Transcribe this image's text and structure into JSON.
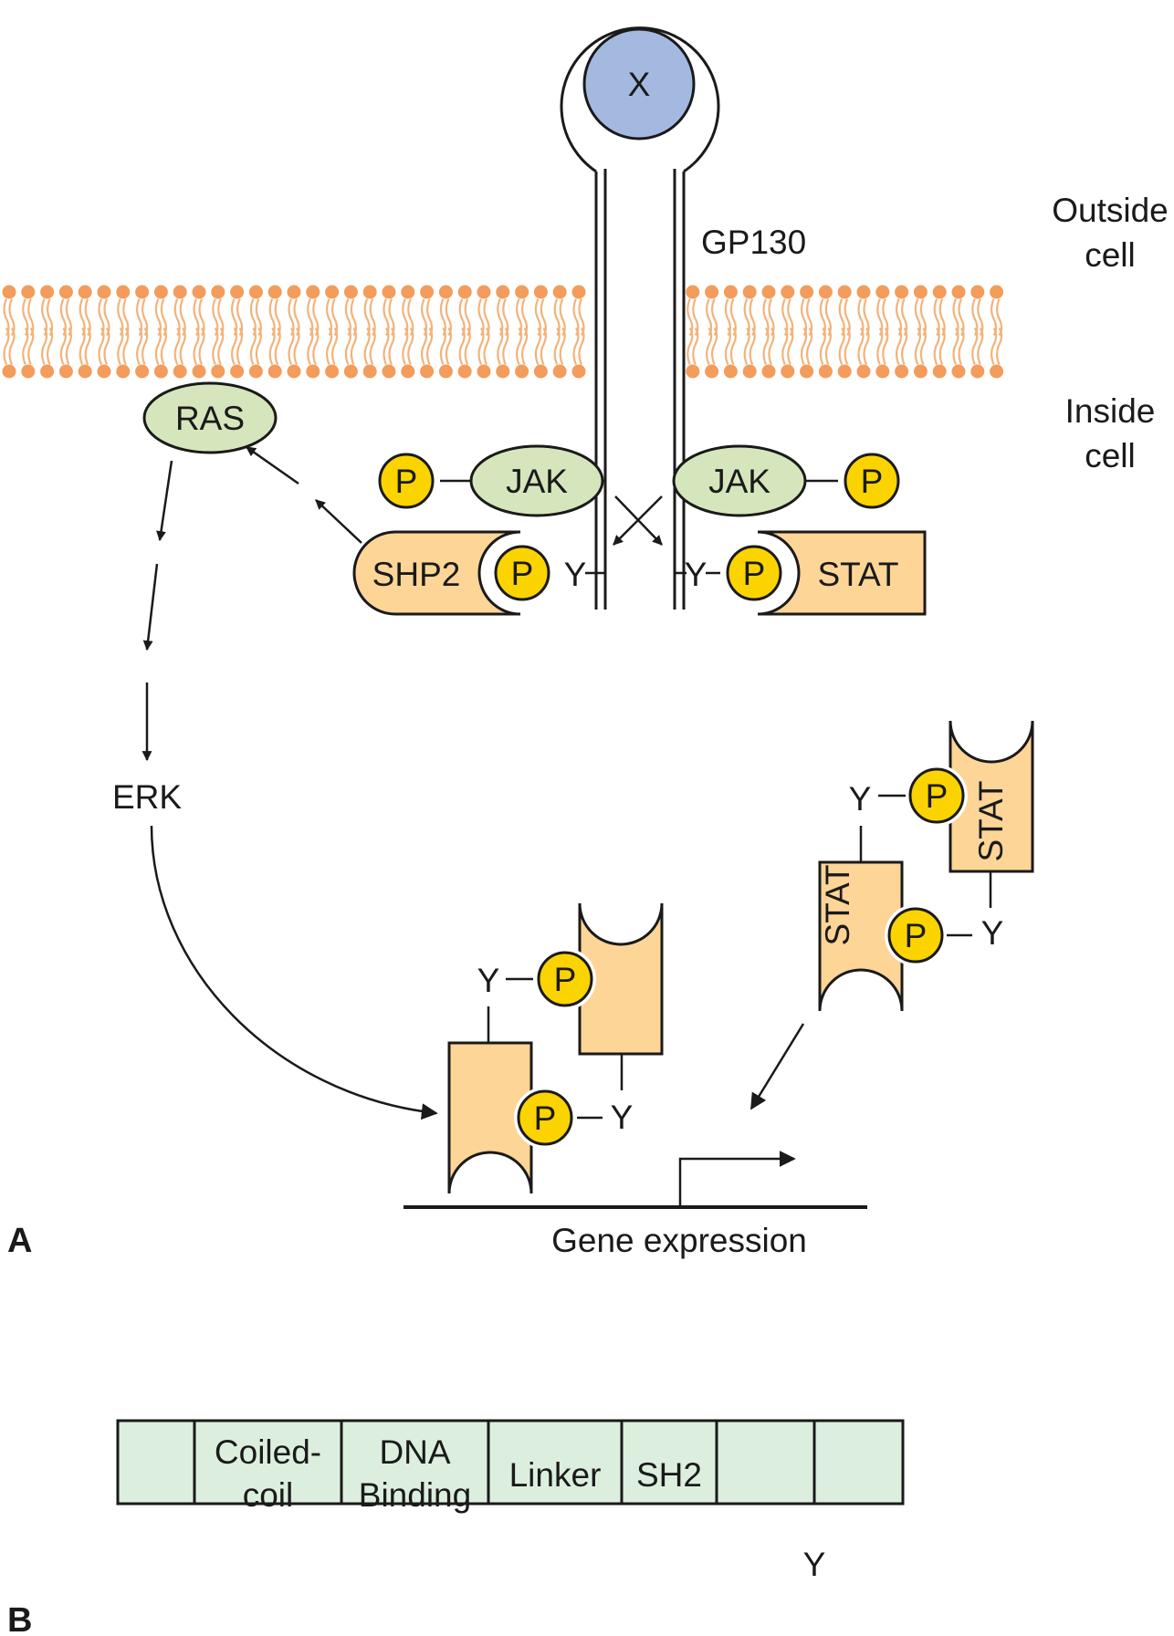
{
  "ligand": {
    "label": "X"
  },
  "receptor": {
    "label": "GP130"
  },
  "membrane": {
    "outside_line1": "Outside",
    "outside_line2": "cell",
    "inside_line1": "Inside",
    "inside_line2": "cell"
  },
  "pathway": {
    "ras": "RAS",
    "erk": "ERK",
    "jak_left": "JAK",
    "jak_right": "JAK",
    "shp2": "SHP2",
    "stat": "STAT",
    "stat_dimer_upper": "STAT",
    "stat_dimer_lower": "STAT",
    "phospho": "P",
    "tyrosine": "Y"
  },
  "gene": {
    "label": "Gene expression"
  },
  "panels": {
    "a": "A",
    "b": "B"
  },
  "domain_bar": {
    "segments": [
      {
        "line1": "",
        "line2": ""
      },
      {
        "line1": "Coiled-",
        "line2": "coil"
      },
      {
        "line1": "DNA",
        "line2": "Binding"
      },
      {
        "line1": "Linker",
        "line2": ""
      },
      {
        "line1": "SH2",
        "line2": ""
      },
      {
        "line1": "",
        "line2": ""
      },
      {
        "line1": "",
        "line2": ""
      }
    ],
    "tyrosine": "Y"
  },
  "colors": {
    "ligand": "#a4b9e0",
    "lipid": "#f39c5b",
    "ras_jak": "#d6e6bc",
    "shp2_stat": "#fdd597",
    "phosphate": "#fbd400",
    "domain_fill": "#dcefde",
    "stroke": "#1a1a1a"
  }
}
